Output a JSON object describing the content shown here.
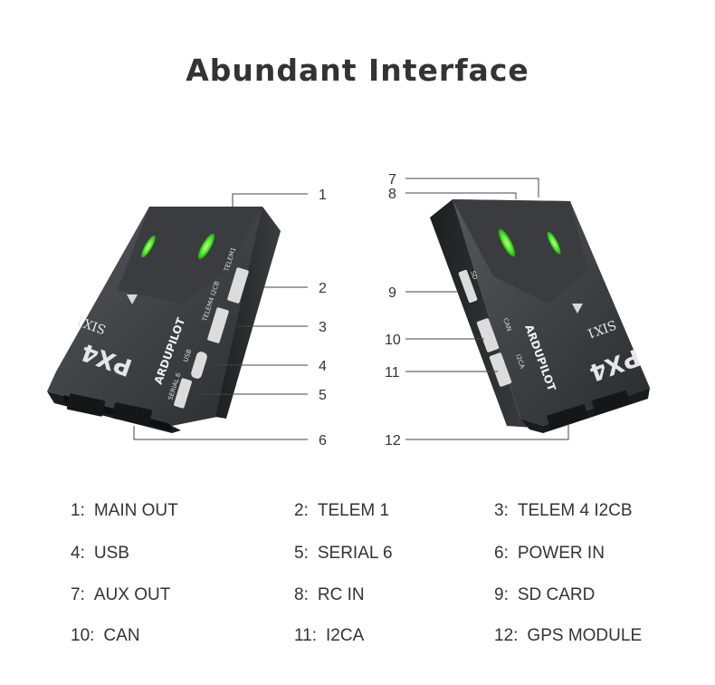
{
  "title": "Abundant Interface",
  "device_left": {
    "brand_text": "ARDUPILOT",
    "model_text": "SIX1",
    "logo_text": "PX4",
    "port_labels": [
      "TELEM1",
      "TELEM4 I2CB",
      "USB",
      "SERIAL 6"
    ]
  },
  "device_right": {
    "brand_text": "ARDUPILOT",
    "model_text": "SIX1",
    "logo_text": "PX4",
    "port_labels": [
      "SD",
      "CAN",
      "I2CA"
    ]
  },
  "callouts_left": [
    "1",
    "2",
    "3",
    "4",
    "5",
    "6"
  ],
  "callouts_right": [
    "7",
    "8",
    "9",
    "10",
    "11",
    "12"
  ],
  "legend": [
    {
      "num": "1:",
      "label": "MAIN OUT"
    },
    {
      "num": "2:",
      "label": "TELEM 1"
    },
    {
      "num": "3:",
      "label": "TELEM 4 I2CB"
    },
    {
      "num": "4:",
      "label": "USB"
    },
    {
      "num": "5:",
      "label": "SERIAL 6"
    },
    {
      "num": "6:",
      "label": "POWER IN"
    },
    {
      "num": "7:",
      "label": "AUX OUT"
    },
    {
      "num": "8:",
      "label": "RC IN"
    },
    {
      "num": "9:",
      "label": "SD CARD"
    },
    {
      "num": "10:",
      "label": "CAN"
    },
    {
      "num": "11:",
      "label": "I2CA"
    },
    {
      "num": "12:",
      "label": "GPS MODULE"
    }
  ],
  "colors": {
    "body": "#2f3033",
    "led": "#5cff3a",
    "line": "#444444"
  }
}
